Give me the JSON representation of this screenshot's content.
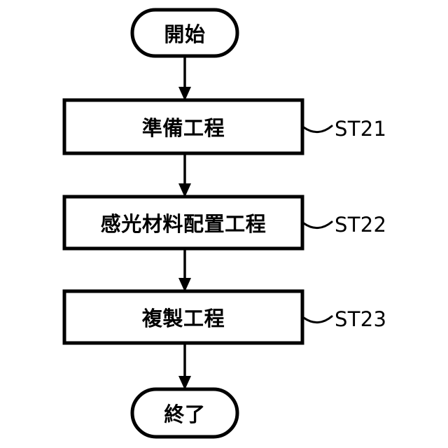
{
  "figure": {
    "type": "flowchart",
    "orientation": "vertical",
    "background_color": "#ffffff",
    "stroke_color": "#000000"
  },
  "nodes": {
    "start": {
      "label": "開始",
      "shape": "stadium"
    },
    "step1": {
      "label": "準備工程",
      "shape": "rectangle",
      "ref": "ST21"
    },
    "step2": {
      "label": "感光材料配置工程",
      "shape": "rectangle",
      "ref": "ST22"
    },
    "step3": {
      "label": "複製工程",
      "shape": "rectangle",
      "ref": "ST23"
    },
    "end": {
      "label": "終了",
      "shape": "stadium"
    }
  },
  "connectors": [
    {
      "from": "start",
      "to": "step1",
      "arrow": "down"
    },
    {
      "from": "step1",
      "to": "step2",
      "arrow": "down"
    },
    {
      "from": "step2",
      "to": "step3",
      "arrow": "down"
    },
    {
      "from": "step3",
      "to": "end",
      "arrow": "down"
    }
  ],
  "leaders": [
    {
      "ref": "ST21",
      "target": "step1"
    },
    {
      "ref": "ST22",
      "target": "step2"
    },
    {
      "ref": "ST23",
      "target": "step3"
    }
  ]
}
